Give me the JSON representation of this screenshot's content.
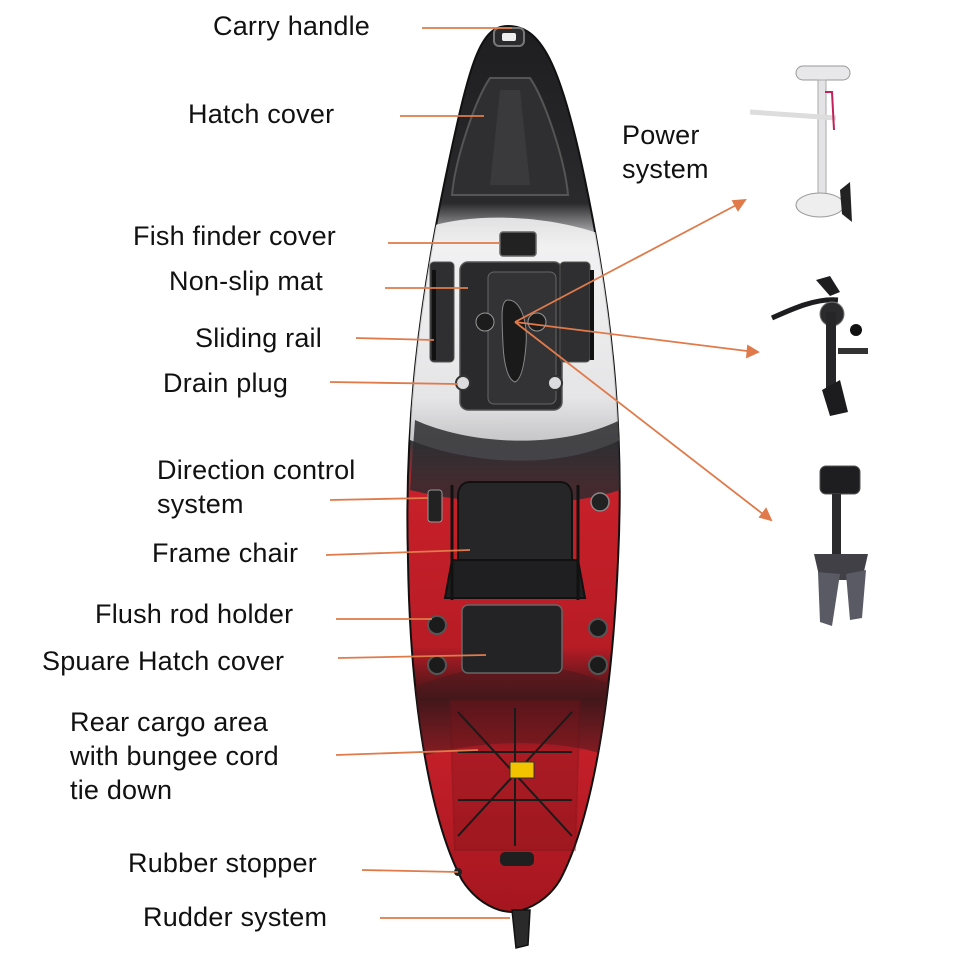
{
  "colors": {
    "leader_line": "#e07a4a",
    "hull_red": "#c8202a",
    "hull_black": "#1e1e20",
    "hull_white": "#eeeeef",
    "label_text": "#111111"
  },
  "labels": {
    "carry_handle": "Carry handle",
    "hatch_cover": "Hatch cover",
    "fish_finder_cover": "Fish finder cover",
    "non_slip_mat": "Non-slip mat",
    "sliding_rail": "Sliding rail",
    "drain_plug": "Drain plug",
    "direction_control": [
      "Direction control",
      "system"
    ],
    "frame_chair": "Frame chair",
    "flush_rod_holder": "Flush rod holder",
    "square_hatch_cover": "Spuare Hatch cover",
    "rear_cargo": [
      "Rear cargo area",
      "with bungee cord",
      "tie down"
    ],
    "rubber_stopper": "Rubber stopper",
    "rudder_system": "Rudder system",
    "power_system": [
      "Power",
      "system"
    ]
  },
  "accessories": {
    "items": [
      "electric-motor-icon",
      "pedal-drive-icon",
      "fin-drive-icon"
    ]
  }
}
